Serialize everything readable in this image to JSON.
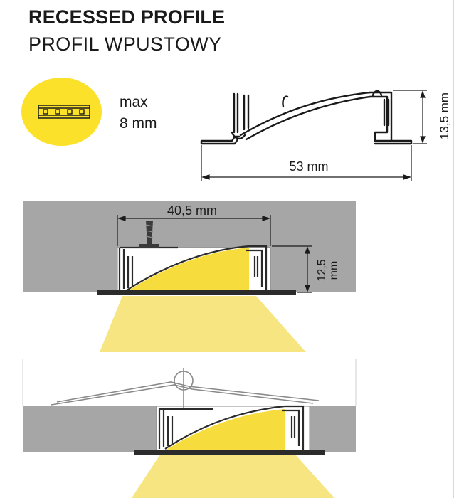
{
  "header": {
    "title": "RECESSED PROFILE",
    "subtitle": "PROFIL WPUSTOWY"
  },
  "led_strip": {
    "icon": "led-strip-icon",
    "max_label": "max",
    "max_value": "8 mm",
    "badge_color": "#fbe12a"
  },
  "profile_drawing": {
    "width_label": "53 mm",
    "height_label": "13,5 mm"
  },
  "install_screw": {
    "width_label": "40,5 mm",
    "height_label_line1": "12,5",
    "height_label_line2": "mm"
  },
  "install_hanger": {},
  "colors": {
    "ceiling": "#a6a6a6",
    "profile": "#2b2b2b",
    "light": "#f5e06a",
    "diffuser_fill": "#f6dc3c"
  }
}
